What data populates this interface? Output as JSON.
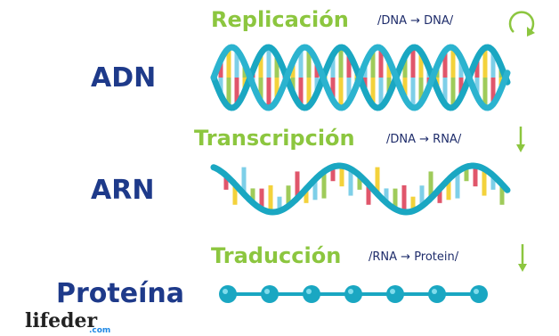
{
  "colors": {
    "green": "#8cc63f",
    "navy": "#1e3a8a",
    "teal": "#1aa7c2",
    "bar_red": "#e0566b",
    "bar_yellow": "#f3d23b",
    "bar_blue": "#7ecfe8",
    "bar_green": "#9fcb5a"
  },
  "steps": [
    {
      "title": "Replicación",
      "note": "/DNA → DNA/",
      "icon": "circular-arrow-icon"
    },
    {
      "title": "Transcripción",
      "note": "/DNA → RNA/",
      "icon": "down-arrow-icon"
    },
    {
      "title": "Traducción",
      "note": "/RNA → Protein/",
      "icon": "down-arrow-icon"
    }
  ],
  "molecules": {
    "dna": "ADN",
    "rna": "ARN",
    "protein": "Proteína"
  },
  "brand": {
    "name": "lifeder",
    "suffix": ".com"
  }
}
